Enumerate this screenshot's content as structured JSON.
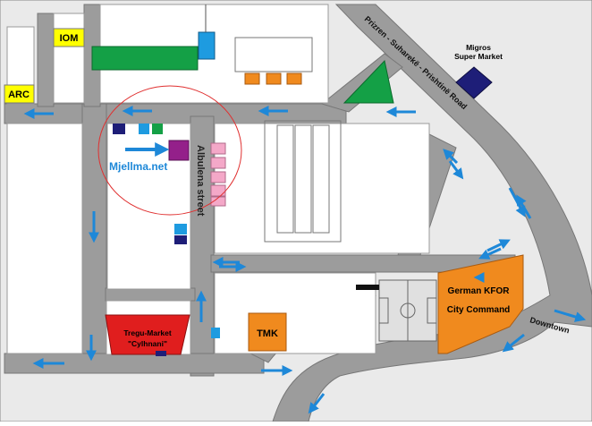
{
  "labels": {
    "iom": "IOM",
    "arc": "ARC",
    "migros": [
      "Migros",
      "Super Market"
    ],
    "mjellma": "Mjellma.net",
    "albulena": "Albulena street",
    "prizren_road": "Prizren - Suharekë - Prishtinë Road",
    "kfor": [
      "German KFOR",
      "City Command"
    ],
    "tmk": "TMK",
    "tregu": [
      "Tregu-Market",
      "\"Cylhnani\""
    ],
    "downtown": "Downtown"
  },
  "colors": {
    "background": "#eaeaea",
    "road": "#9c9c9c",
    "block": "#ffffff",
    "arrow": "#1e88d8",
    "green": "#14a046",
    "orange": "#f08a1e",
    "navy": "#1e1e78",
    "purple": "#94208a",
    "pink": "#f4a8c8",
    "blue": "#1e9be0",
    "red": "#e01e1e",
    "yellow": "#ffff00",
    "circle": "#e03030"
  }
}
